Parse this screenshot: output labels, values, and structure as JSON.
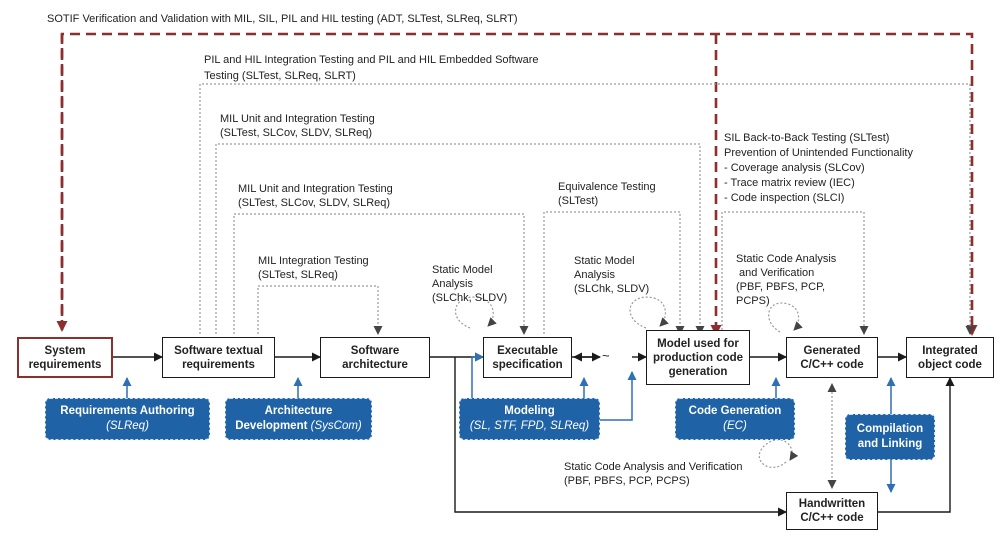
{
  "diagram": {
    "top_label": "SOTIF Verification and Validation with MIL, SIL, PIL and HIL testing (ADT, SLTest, SLReq, SLRT)",
    "pil_hil_label": [
      "PIL and HIL Integration Testing and PIL and HIL Embedded Software",
      "Testing (SLTest, SLReq, SLRT)"
    ],
    "mil_unit_outer_label": [
      "MIL Unit and Integration Testing",
      "(SLTest, SLCov, SLDV, SLReq)"
    ],
    "mil_unit_inner_label": [
      "MIL Unit and Integration Testing",
      "(SLTest, SLCov, SLDV, SLReq)"
    ],
    "mil_integration_label": [
      "MIL Integration Testing",
      "(SLTest, SLReq)"
    ],
    "static_model_1_label": [
      "Static Model",
      "Analysis",
      "(SLChk, SLDV)"
    ],
    "equivalence_label": [
      "Equivalence Testing",
      "(SLTest)"
    ],
    "static_model_2_label": [
      "Static Model",
      "Analysis",
      "(SLChk, SLDV)"
    ],
    "sil_label": [
      "SIL Back-to-Back Testing (SLTest)",
      "Prevention of Unintended Functionality",
      "- Coverage analysis (SLCov)",
      "- Trace matrix review (IEC)",
      "- Code inspection (SLCI)"
    ],
    "static_code_top_label": [
      "Static Code Analysis",
      " and Verification",
      "(PBF, PBFS, PCP,",
      "PCPS)"
    ],
    "static_code_bottom_label": [
      "Static Code Analysis and Verification",
      "(PBF, PBFS, PCP, PCPS)"
    ],
    "boxes": {
      "system_requirements": [
        "System",
        "requirements"
      ],
      "software_textual_requirements": [
        "Software textual",
        "requirements"
      ],
      "software_architecture": [
        "Software",
        "architecture"
      ],
      "executable_specification": [
        "Executable",
        "specification"
      ],
      "model_for_production": [
        "Model used for",
        "production code",
        "generation"
      ],
      "generated_code": [
        "Generated",
        "C/C++ code"
      ],
      "integrated_object_code": [
        "Integrated",
        "object code"
      ],
      "handwritten_code": [
        "Handwritten",
        "C/C++ code"
      ]
    },
    "tools": {
      "requirements_authoring": {
        "title": "Requirements Authoring",
        "sub": "(SLReq)"
      },
      "architecture_development": {
        "title_1": "Architecture",
        "title_2": "Development",
        "sub": "(SysCom)"
      },
      "modeling": {
        "title": "Modeling",
        "sub": "(SL, STF, FPD, SLReq)"
      },
      "code_generation": {
        "title": "Code Generation",
        "sub": "(EC)"
      },
      "compilation_linking": {
        "title_1": "Compilation",
        "title_2": "and Linking"
      }
    },
    "tilde": "~",
    "colors": {
      "tool_blue": "#1f63a6",
      "dashed_red": "#8b2f2f",
      "blue_arrow": "#2f6fb3",
      "dotted_gray": "#9a9a9a"
    }
  }
}
